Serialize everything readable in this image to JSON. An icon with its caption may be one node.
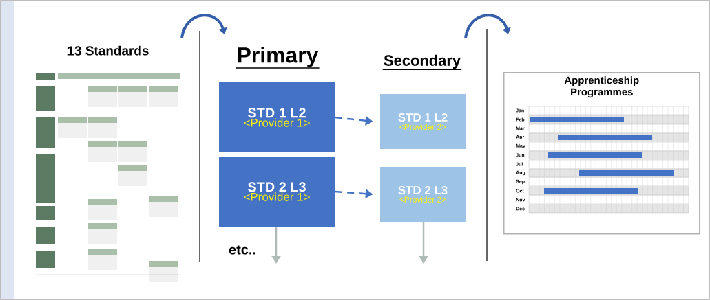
{
  "diagram": {
    "nodes": [
      {
        "text": [
          "13 Standards"
        ]
      },
      {
        "text": [
          "STD 1 L2",
          "<Provider 1>"
        ]
      },
      {
        "text": [
          "STD 1 L2",
          "<Provider 2>"
        ]
      },
      {
        "text": [
          "STD 2 L3",
          "<Provider 1>"
        ]
      },
      {
        "text": [
          "STD 2 L3",
          "<Provider 2>"
        ]
      },
      {
        "text": [
          "Apprenticeship Programmes"
        ]
      }
    ],
    "edges": [
      {
        "from": 1,
        "to": 2,
        "arrow": "to",
        "style": "dashed",
        "color": "#4472c4"
      },
      {
        "from": 3,
        "to": 4,
        "arrow": "to",
        "style": "dashed",
        "color": "#4472c4"
      },
      {
        "from": 3,
        "to": null,
        "arrow": "to",
        "color": "#aebcb8"
      },
      {
        "from": 4,
        "to": null,
        "arrow": "to",
        "color": "#aebcb8"
      }
    ],
    "labels": [
      "Primary",
      "Secondary",
      "etc..",
      "Jan",
      "Feb",
      "Mar",
      "Apr",
      "May",
      "Jun",
      "Jul",
      "Aug",
      "Sep",
      "Oct",
      "Nov",
      "Dec"
    ]
  }
}
